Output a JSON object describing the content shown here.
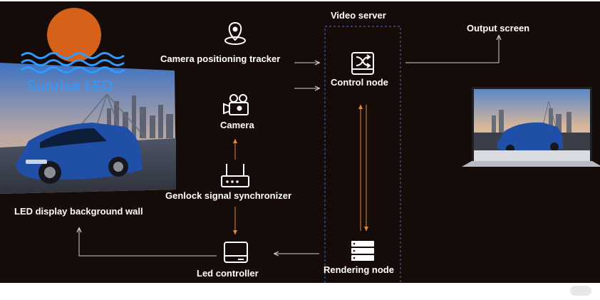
{
  "brand": {
    "name": "Sunrise LED"
  },
  "labels": {
    "video_server": "Video server",
    "output_screen": "Output screen",
    "camera_tracker": "Camera positioning tracker",
    "control_node": "Control node",
    "camera": "Camera",
    "genlock": "Genlock signal synchronizer",
    "led_wall": "LED display background wall",
    "led_controller": "Led controller",
    "rendering_node": "Rendering node"
  },
  "watermark": "",
  "icons": [
    "location-pin-icon",
    "camera-icon",
    "router-icon",
    "server-icon",
    "shuffle-icon",
    "controller-box-icon"
  ],
  "colors": {
    "background": "#150b09",
    "accent_arrow": "#e08a3c",
    "dashed_box": "#3b5f9a",
    "sun": "#d6621a",
    "brand": "#2f9bff"
  }
}
